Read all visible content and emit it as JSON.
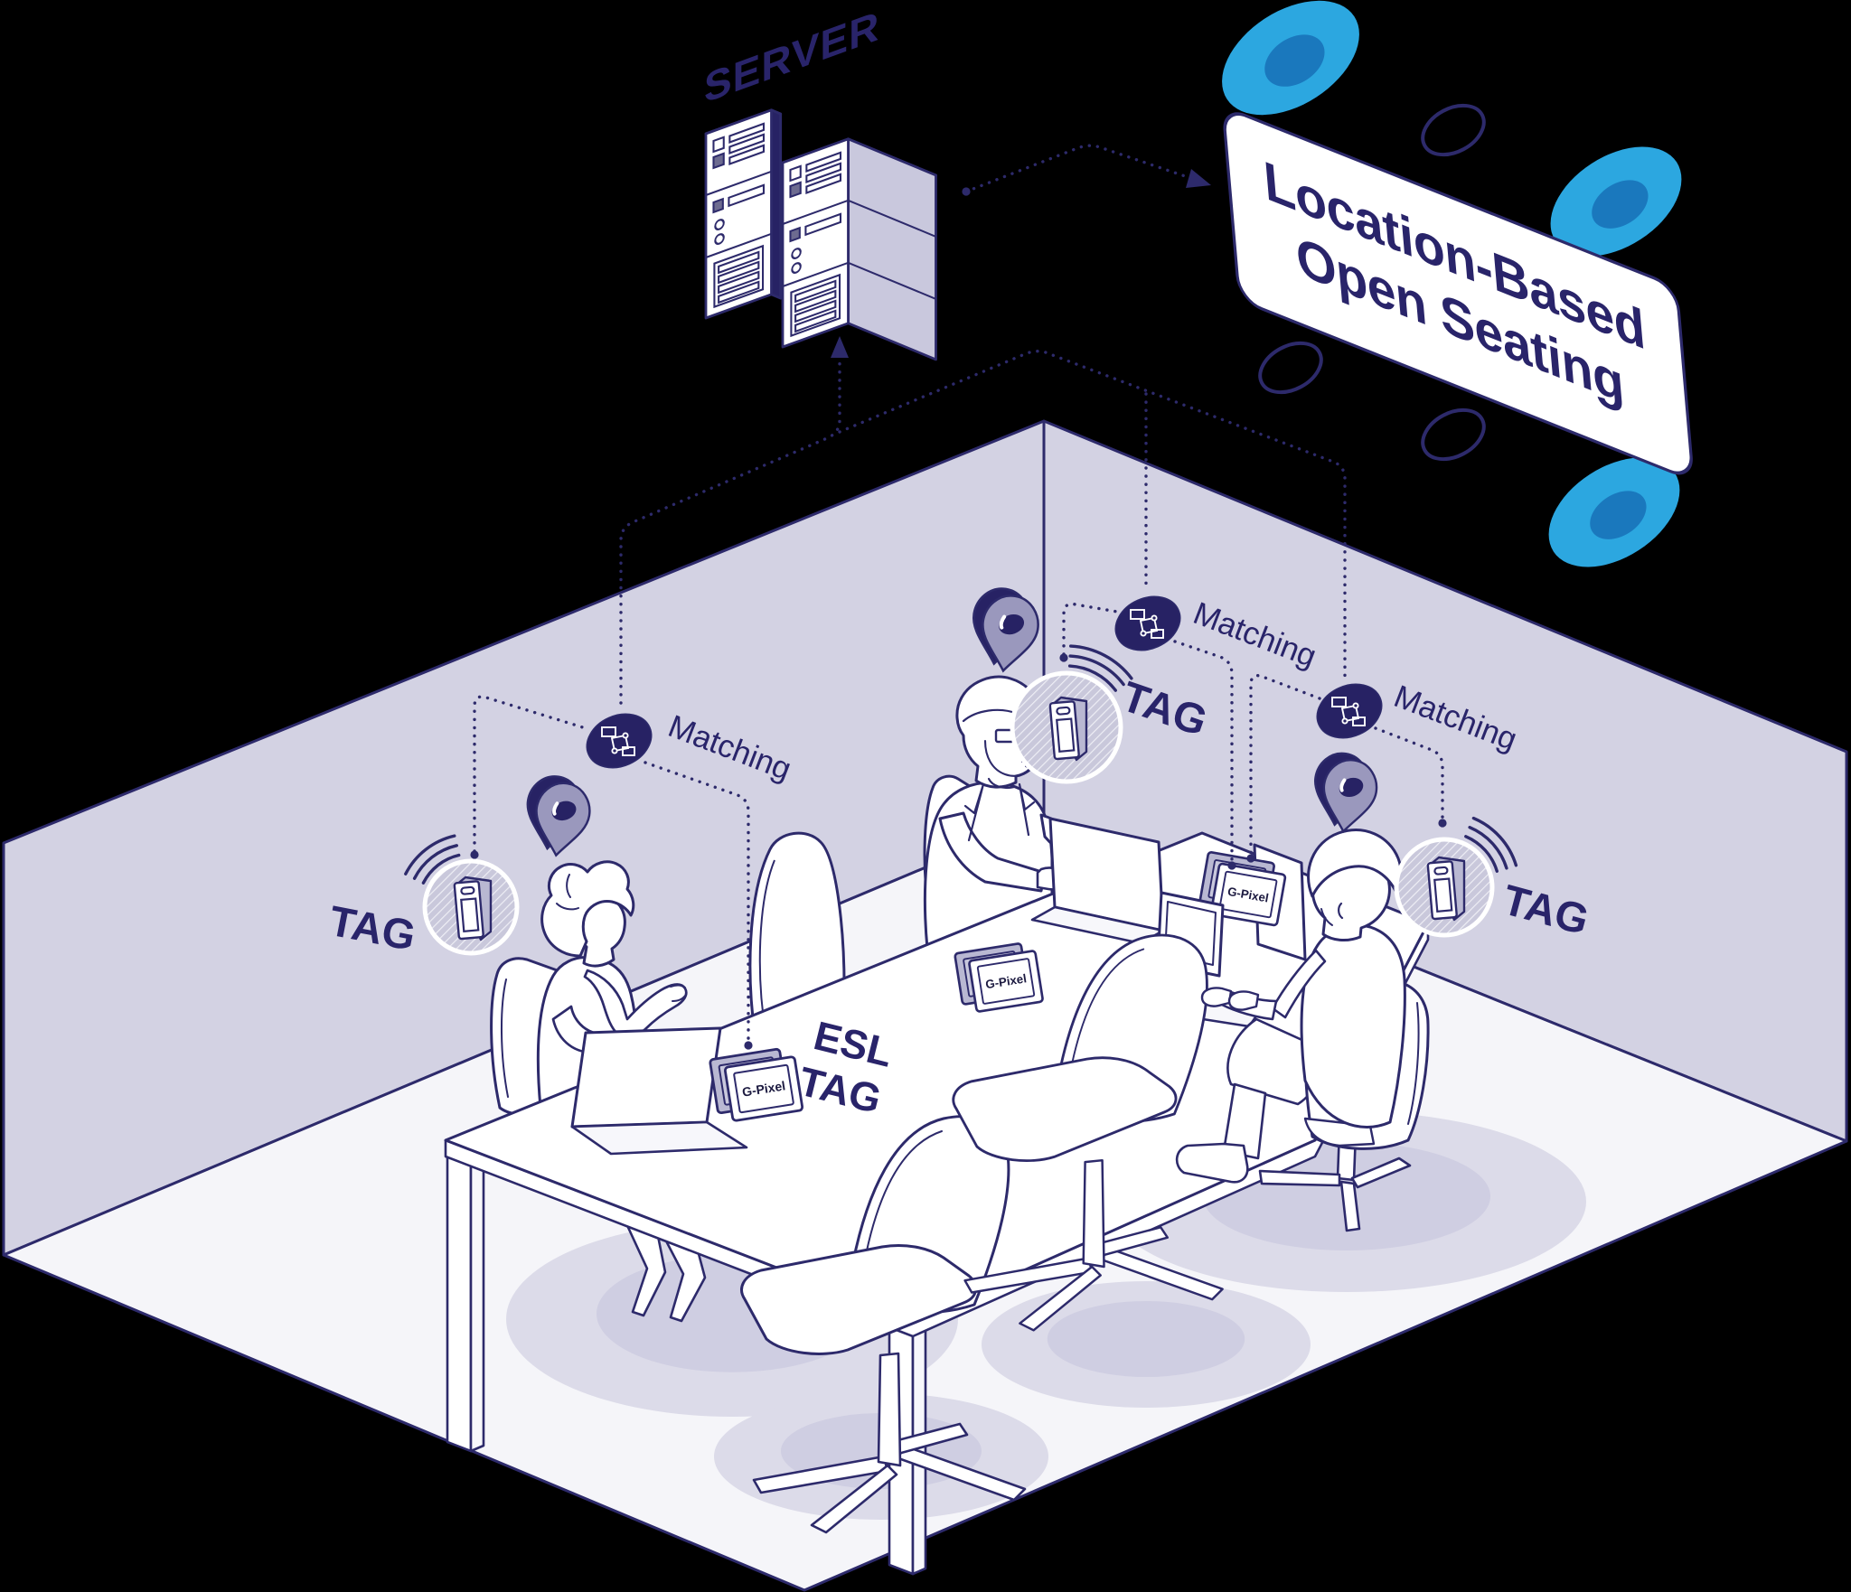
{
  "illustration": {
    "title": "Location-Based Open Seating",
    "background_color": "#000000",
    "palette": {
      "outline_navy": "#2d2a6b",
      "dark_navy": "#272264",
      "wall_lavender": "#d3d2e3",
      "floor": "#f5f5f9",
      "accent_blue": "#2ca7e0",
      "accent_blue_dark": "#1a78bd",
      "white": "#ffffff"
    }
  },
  "card": {
    "line1": "Location-Based",
    "line2": "Open Seating"
  },
  "labels": {
    "server": "SERVER",
    "matching": "Matching",
    "tag": "TAG",
    "esl_line1": "ESL",
    "esl_line2": "TAG"
  },
  "devices": {
    "esl_label": "G-Pixel"
  }
}
